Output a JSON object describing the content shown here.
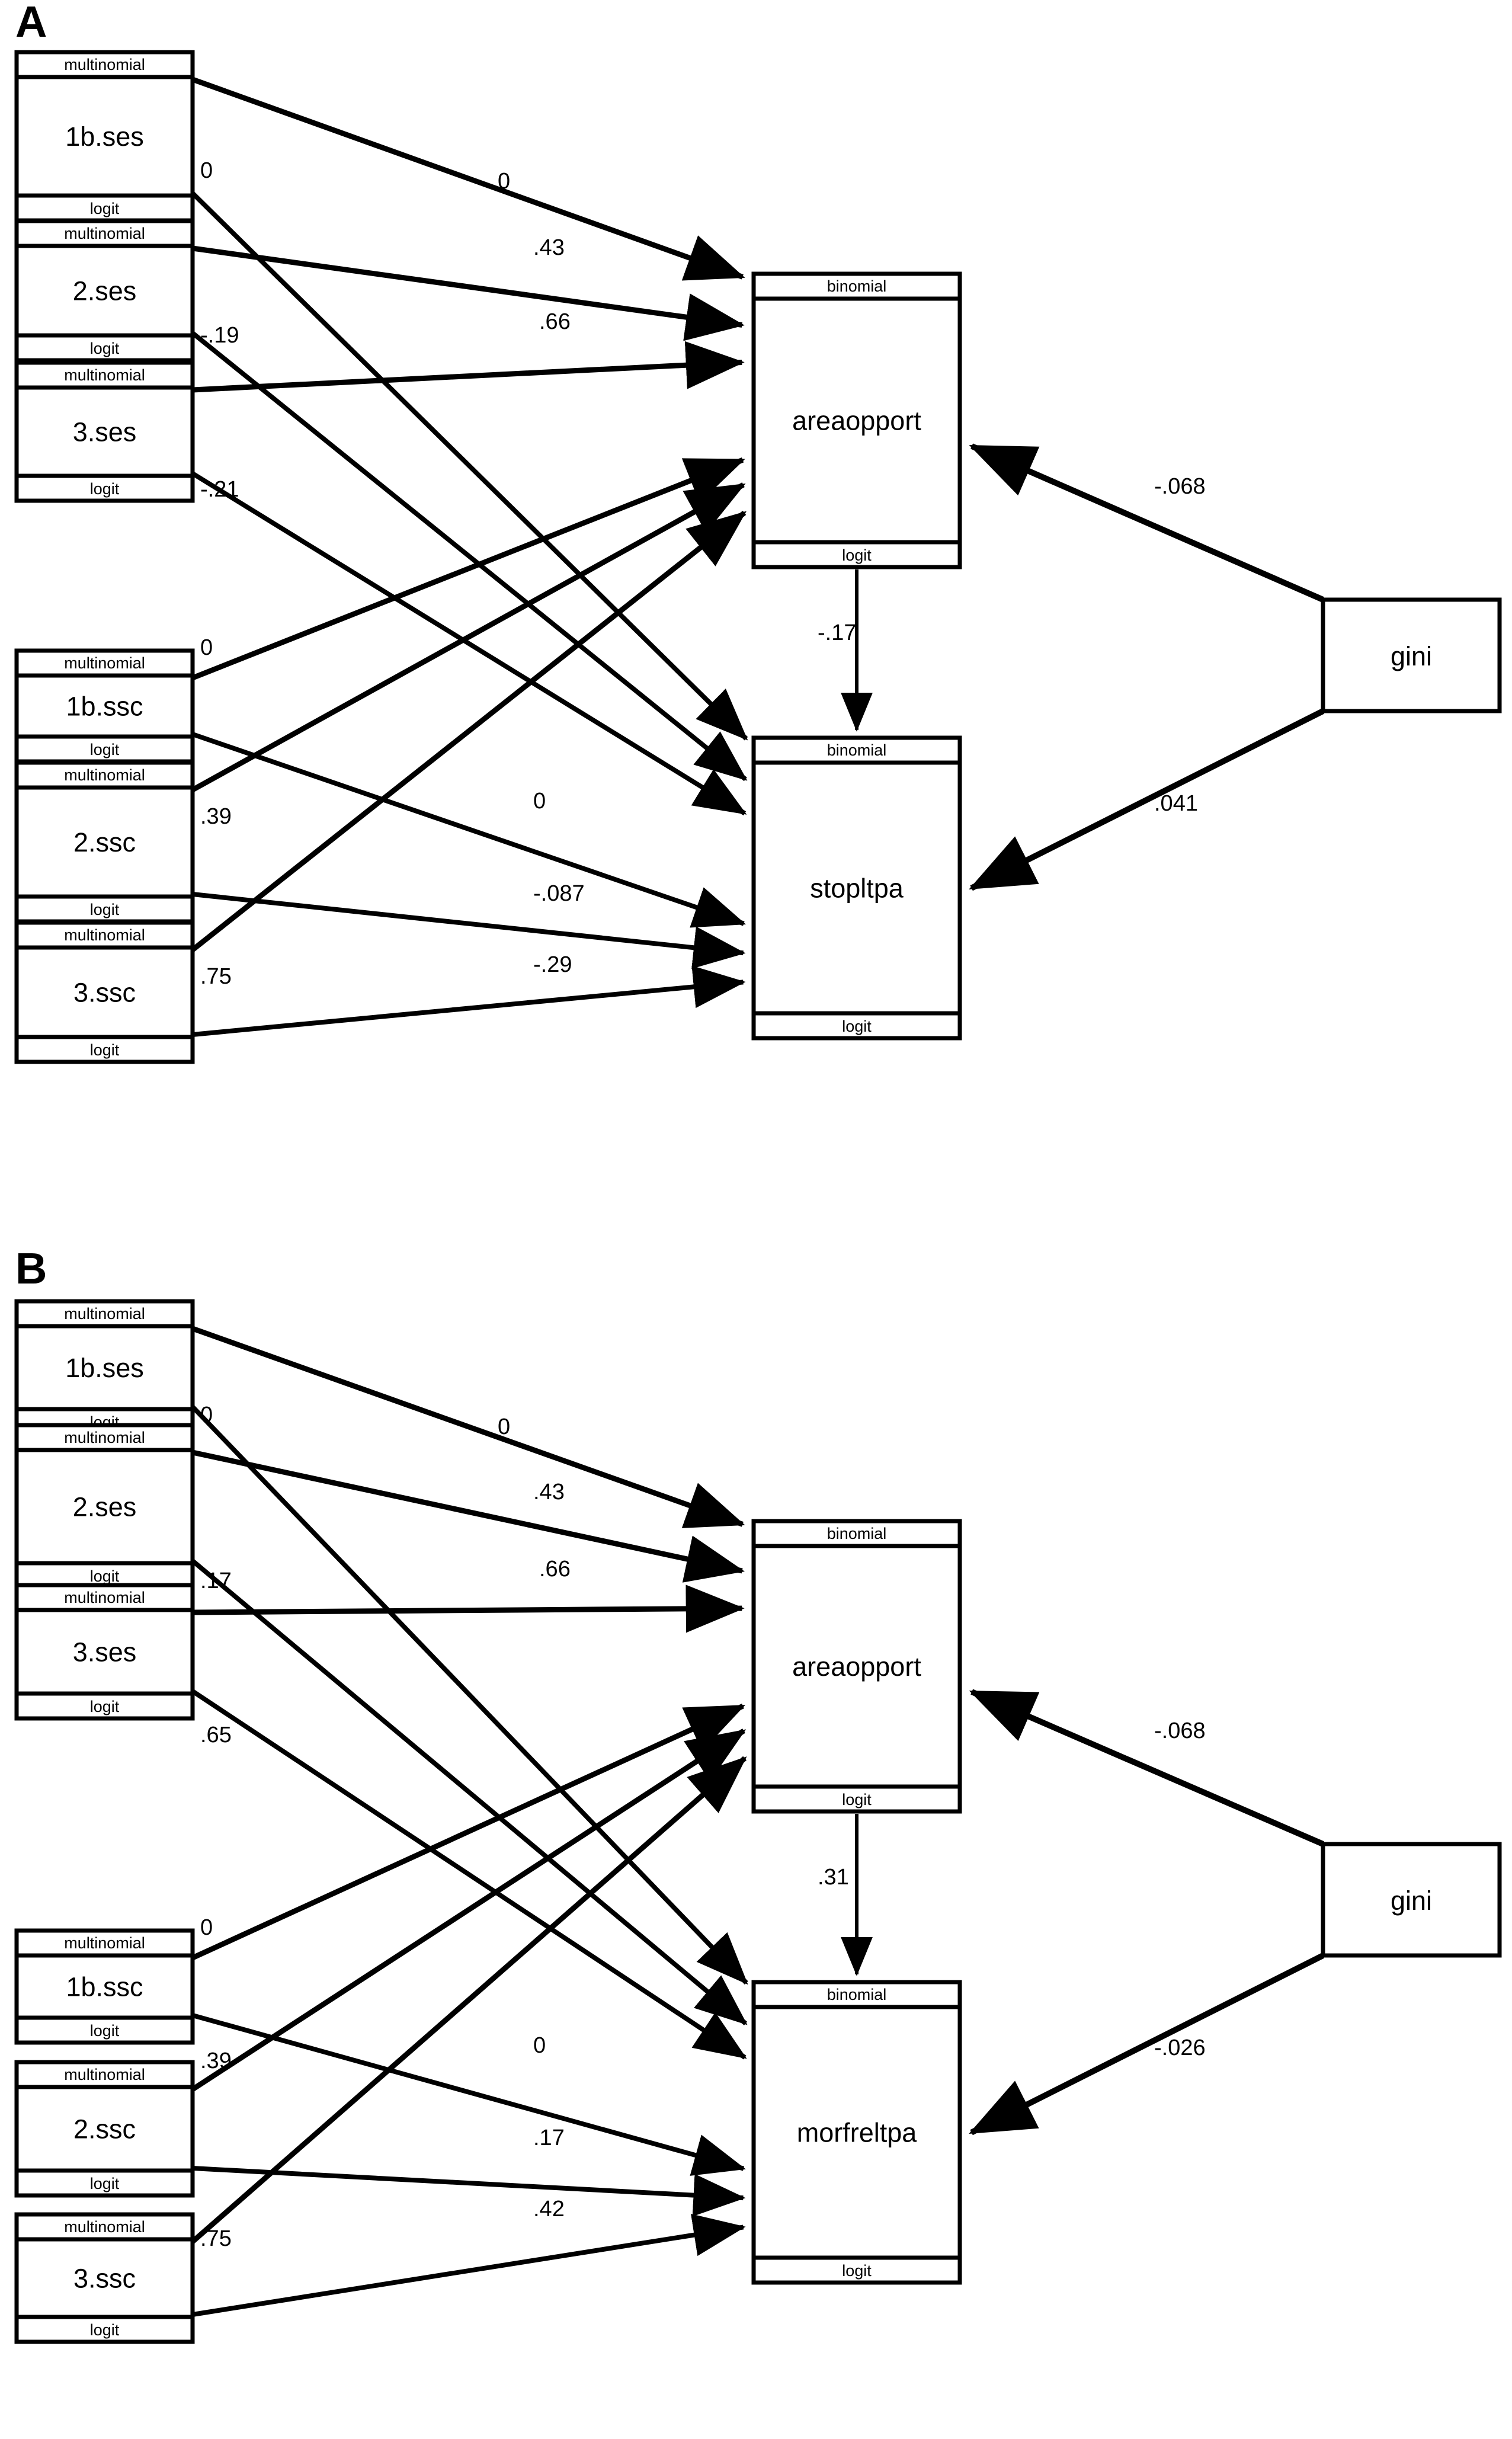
{
  "figure": {
    "background": "#ffffff",
    "line_color": "#000000"
  },
  "panels": [
    {
      "letter": "A",
      "predictor_groups": [
        {
          "name": "ses",
          "nodes": [
            {
              "top_slot": "multinomial",
              "label": "1b.ses",
              "bottom_slot": "logit"
            },
            {
              "top_slot": "multinomial",
              "label": "2.ses",
              "bottom_slot": "logit"
            },
            {
              "top_slot": "multinomial",
              "label": "3.ses",
              "bottom_slot": "logit"
            }
          ]
        },
        {
          "name": "ssc",
          "nodes": [
            {
              "top_slot": "multinomial",
              "label": "1b.ssc",
              "bottom_slot": "logit"
            },
            {
              "top_slot": "multinomial",
              "label": "2.ssc",
              "bottom_slot": "logit"
            },
            {
              "top_slot": "multinomial",
              "label": "3.ssc",
              "bottom_slot": "logit"
            }
          ]
        }
      ],
      "outcomes": [
        {
          "top_slot": "binomial",
          "label": "areaopport",
          "bottom_slot": "logit"
        },
        {
          "top_slot": "binomial",
          "label": "stopltpa",
          "bottom_slot": "logit"
        }
      ],
      "exogenous": {
        "label": "gini"
      },
      "edge_labels": {
        "ses_to_outcome1": [
          "0",
          ".43",
          ".66"
        ],
        "ses_to_outcome2_near": [
          "0",
          "-.19",
          "-.21"
        ],
        "ssc_to_outcome1_near": [
          "0",
          ".39",
          ".75"
        ],
        "ssc_to_outcome2": [
          "0",
          "-.087",
          "-.29"
        ],
        "outcome1_to_outcome2": "-.17",
        "gini_to_outcome1": "-.068",
        "gini_to_outcome2": ".041"
      }
    },
    {
      "letter": "B",
      "predictor_groups": [
        {
          "name": "ses",
          "nodes": [
            {
              "top_slot": "multinomial",
              "label": "1b.ses",
              "bottom_slot": "logit"
            },
            {
              "top_slot": "multinomial",
              "label": "2.ses",
              "bottom_slot": "logit"
            },
            {
              "top_slot": "multinomial",
              "label": "3.ses",
              "bottom_slot": "logit"
            }
          ]
        },
        {
          "name": "ssc",
          "nodes": [
            {
              "top_slot": "multinomial",
              "label": "1b.ssc",
              "bottom_slot": "logit"
            },
            {
              "top_slot": "multinomial",
              "label": "2.ssc",
              "bottom_slot": "logit"
            },
            {
              "top_slot": "multinomial",
              "label": "3.ssc",
              "bottom_slot": "logit"
            }
          ]
        }
      ],
      "outcomes": [
        {
          "top_slot": "binomial",
          "label": "areaopport",
          "bottom_slot": "logit"
        },
        {
          "top_slot": "binomial",
          "label": "morfreltpa",
          "bottom_slot": "logit"
        }
      ],
      "exogenous": {
        "label": "gini"
      },
      "edge_labels": {
        "ses_to_outcome1": [
          "0",
          ".43",
          ".66"
        ],
        "ses_to_outcome2_near": [
          "0",
          ".17",
          ".65"
        ],
        "ssc_to_outcome1_near": [
          "0",
          ".39",
          ".75"
        ],
        "ssc_to_outcome2": [
          "0",
          ".17",
          ".42"
        ],
        "outcome1_to_outcome2": ".31",
        "gini_to_outcome1": "-.068",
        "gini_to_outcome2": "-.026"
      }
    }
  ],
  "chart_data": {
    "type": "diagram",
    "title": "",
    "notes": "Two structural equation model path diagrams (A and B) with identical predictor structure and shared exogenous variable gini.",
    "panel_A": {
      "outcome_1": "areaopport",
      "outcome_2": "stopltpa",
      "paths": [
        {
          "from": "1b.ses",
          "to": "areaopport",
          "coef": "0"
        },
        {
          "from": "2.ses",
          "to": "areaopport",
          "coef": ".43"
        },
        {
          "from": "3.ses",
          "to": "areaopport",
          "coef": ".66"
        },
        {
          "from": "1b.ses",
          "to": "stopltpa",
          "coef": "0"
        },
        {
          "from": "2.ses",
          "to": "stopltpa",
          "coef": "-.19"
        },
        {
          "from": "3.ses",
          "to": "stopltpa",
          "coef": "-.21"
        },
        {
          "from": "1b.ssc",
          "to": "areaopport",
          "coef": "0"
        },
        {
          "from": "2.ssc",
          "to": "areaopport",
          "coef": ".39"
        },
        {
          "from": "3.ssc",
          "to": "areaopport",
          "coef": ".75"
        },
        {
          "from": "1b.ssc",
          "to": "stopltpa",
          "coef": "0"
        },
        {
          "from": "2.ssc",
          "to": "stopltpa",
          "coef": "-.087"
        },
        {
          "from": "3.ssc",
          "to": "stopltpa",
          "coef": "-.29"
        },
        {
          "from": "areaopport",
          "to": "stopltpa",
          "coef": "-.17"
        },
        {
          "from": "gini",
          "to": "areaopport",
          "coef": "-.068"
        },
        {
          "from": "gini",
          "to": "stopltpa",
          "coef": ".041"
        }
      ]
    },
    "panel_B": {
      "outcome_1": "areaopport",
      "outcome_2": "morfreltpa",
      "paths": [
        {
          "from": "1b.ses",
          "to": "areaopport",
          "coef": "0"
        },
        {
          "from": "2.ses",
          "to": "areaopport",
          "coef": ".43"
        },
        {
          "from": "3.ses",
          "to": "areaopport",
          "coef": ".66"
        },
        {
          "from": "1b.ses",
          "to": "morfreltpa",
          "coef": "0"
        },
        {
          "from": "2.ses",
          "to": "morfreltpa",
          "coef": ".17"
        },
        {
          "from": "3.ses",
          "to": "morfreltpa",
          "coef": ".65"
        },
        {
          "from": "1b.ssc",
          "to": "areaopport",
          "coef": "0"
        },
        {
          "from": "2.ssc",
          "to": "areaopport",
          "coef": ".39"
        },
        {
          "from": "3.ssc",
          "to": "areaopport",
          "coef": ".75"
        },
        {
          "from": "1b.ssc",
          "to": "morfreltpa",
          "coef": "0"
        },
        {
          "from": "2.ssc",
          "to": "morfreltpa",
          "coef": ".17"
        },
        {
          "from": "3.ssc",
          "to": "morfreltpa",
          "coef": ".42"
        },
        {
          "from": "areaopport",
          "to": "morfreltpa",
          "coef": ".31"
        },
        {
          "from": "gini",
          "to": "areaopport",
          "coef": "-.068"
        },
        {
          "from": "gini",
          "to": "morfreltpa",
          "coef": "-.026"
        }
      ]
    }
  }
}
